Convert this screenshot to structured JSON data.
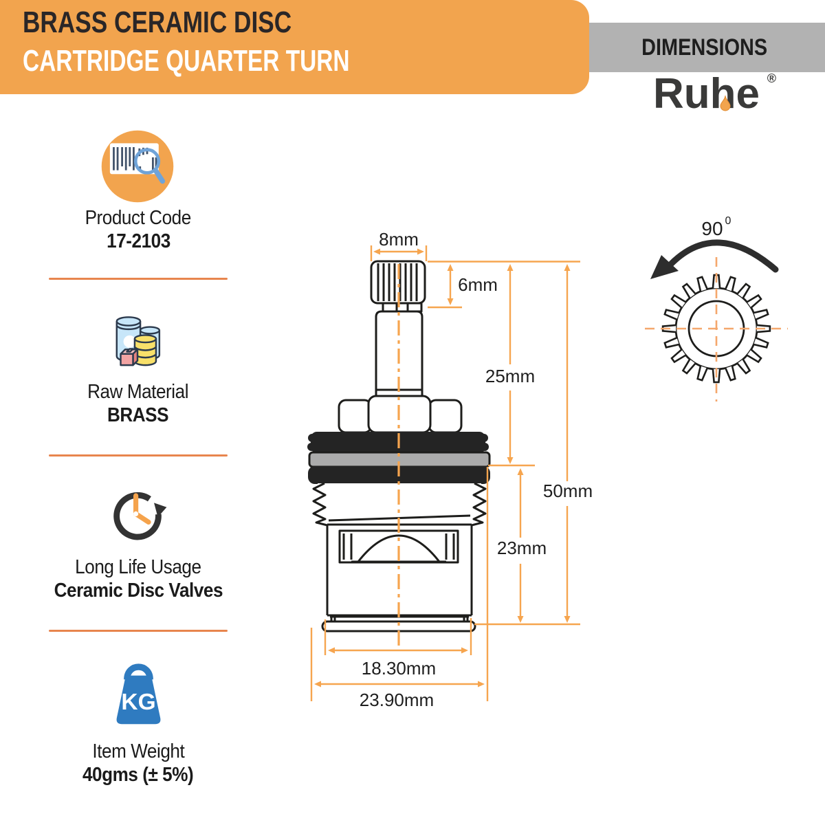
{
  "page": {
    "bg": "#ffffff"
  },
  "header": {
    "banner": {
      "bg": "#F2A44E",
      "line1": "BRASS CERAMIC DISC",
      "line1_color": "#2A2627",
      "line2": "CARTRIDGE QUARTER TURN",
      "line2_color": "#FFFFFF"
    },
    "dimensions_bar": {
      "bg": "#B2B2B2",
      "label": "DIMENSIONS",
      "color": "#1E1E1E"
    },
    "brand": {
      "name": "Ruhe",
      "registered": "®",
      "color": "#3A3A39",
      "drop_color": "#F2A44E"
    }
  },
  "sidebar": {
    "divider_color": "#E8854E",
    "items": [
      {
        "icon": "barcode-search-icon",
        "label": "Product Code",
        "value": "17-2103"
      },
      {
        "icon": "material-cans-icon",
        "label": "Raw Material",
        "value": "BRASS"
      },
      {
        "icon": "clock-rotation-icon",
        "label": "Long Life Usage",
        "value": "Ceramic Disc Valves"
      },
      {
        "icon": "kg-weight-icon",
        "icon_text": "KG",
        "label": "Item Weight",
        "value": "40gms (± 5%)"
      }
    ]
  },
  "diagram": {
    "stroke_color": "#1D1D1B",
    "dimension_color": "#F6A54F",
    "dimensions": {
      "spline_width": "8mm",
      "spline_height": "6mm",
      "upper_height": "25mm",
      "overall_height": "50mm",
      "body_height": "23mm",
      "body_diameter": "18.30mm",
      "base_diameter": "23.90mm"
    },
    "rotation": {
      "value": "90",
      "superscript": "0"
    }
  }
}
